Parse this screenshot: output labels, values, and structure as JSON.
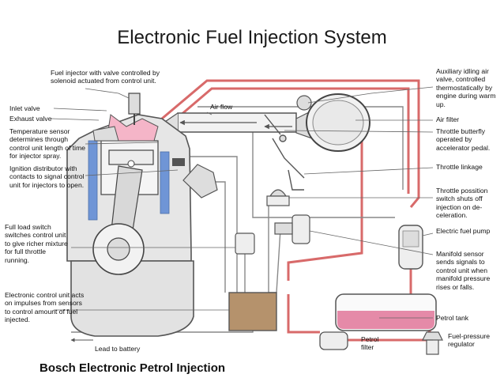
{
  "title": "Electronic Fuel Injection System",
  "footer": "Bosch Electronic Petrol Injection",
  "labels": {
    "fuel_injector": "Fuel injector with valve controlled by solenoid actuated from control unit.",
    "inlet_valve": "Inlet valve",
    "exhaust_valve": "Exhaust valve",
    "temp_sensor": "Temperature sensor determines through control unit length of time for injector spray.",
    "ignition": "Ignition distributor with contacts to signal control unit for injectors to open.",
    "full_load": "Full load switch switches control unit to give richer mixture for full throttle running.",
    "ecu": "Electronic control unit acts on impulses from sensors to control amount of fuel injected.",
    "lead_battery": "Lead to battery",
    "air_flow": "Air flow",
    "aux_air": "Auxiliary idling air valve, controlled thermostatically by engine during warm up.",
    "air_filter": "Air filter",
    "throttle_butterfly": "Throttle butterfly operated by accelerator pedal.",
    "throttle_linkage": "Throttle linkage",
    "throttle_switch": "Throttle possition switch shuts off injection on de-celeration.",
    "fuel_pump": "Electric fuel pump",
    "manifold_sensor": "Manifold sensor sends signals to control unit when manifold pressure rises or falls.",
    "petrol_tank": "Petrol tank",
    "petrol_filter": "Petrol filter",
    "fuel_regulator": "Fuel-pressure regulator"
  },
  "colors": {
    "fuel_line": "#d86a6a",
    "coolant": "#6f95d6",
    "engine_body": "#e6e6e6",
    "ecu_box": "#b5926c",
    "tank_fuel": "#e58aa8"
  }
}
